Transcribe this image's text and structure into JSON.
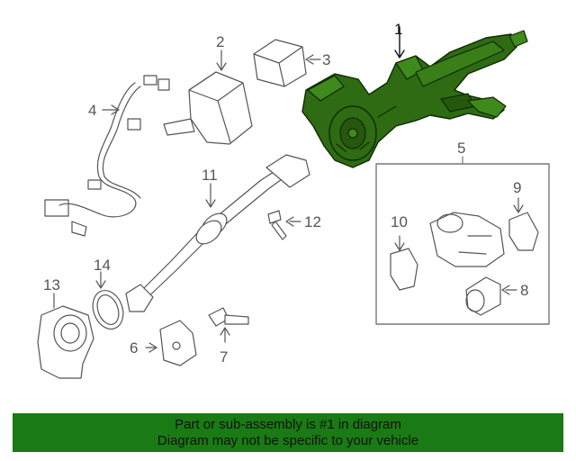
{
  "colors": {
    "highlight_part": "#2e6b12",
    "highlight_outline": "#0f2a05",
    "line_art": "#555555",
    "banner_bg": "#1a7a14",
    "banner_text": "#111111"
  },
  "callouts": [
    {
      "id": "1",
      "label": "1",
      "highlighted": true
    },
    {
      "id": "2",
      "label": "2"
    },
    {
      "id": "3",
      "label": "3"
    },
    {
      "id": "4",
      "label": "4"
    },
    {
      "id": "5",
      "label": "5"
    },
    {
      "id": "6",
      "label": "6"
    },
    {
      "id": "7",
      "label": "7"
    },
    {
      "id": "8",
      "label": "8"
    },
    {
      "id": "9",
      "label": "9"
    },
    {
      "id": "10",
      "label": "10"
    },
    {
      "id": "11",
      "label": "11"
    },
    {
      "id": "12",
      "label": "12"
    },
    {
      "id": "13",
      "label": "13"
    },
    {
      "id": "14",
      "label": "14"
    }
  ],
  "banner": {
    "line1": "Part or sub-assembly is #1 in diagram",
    "line2": "Diagram may not be specific to your vehicle"
  }
}
